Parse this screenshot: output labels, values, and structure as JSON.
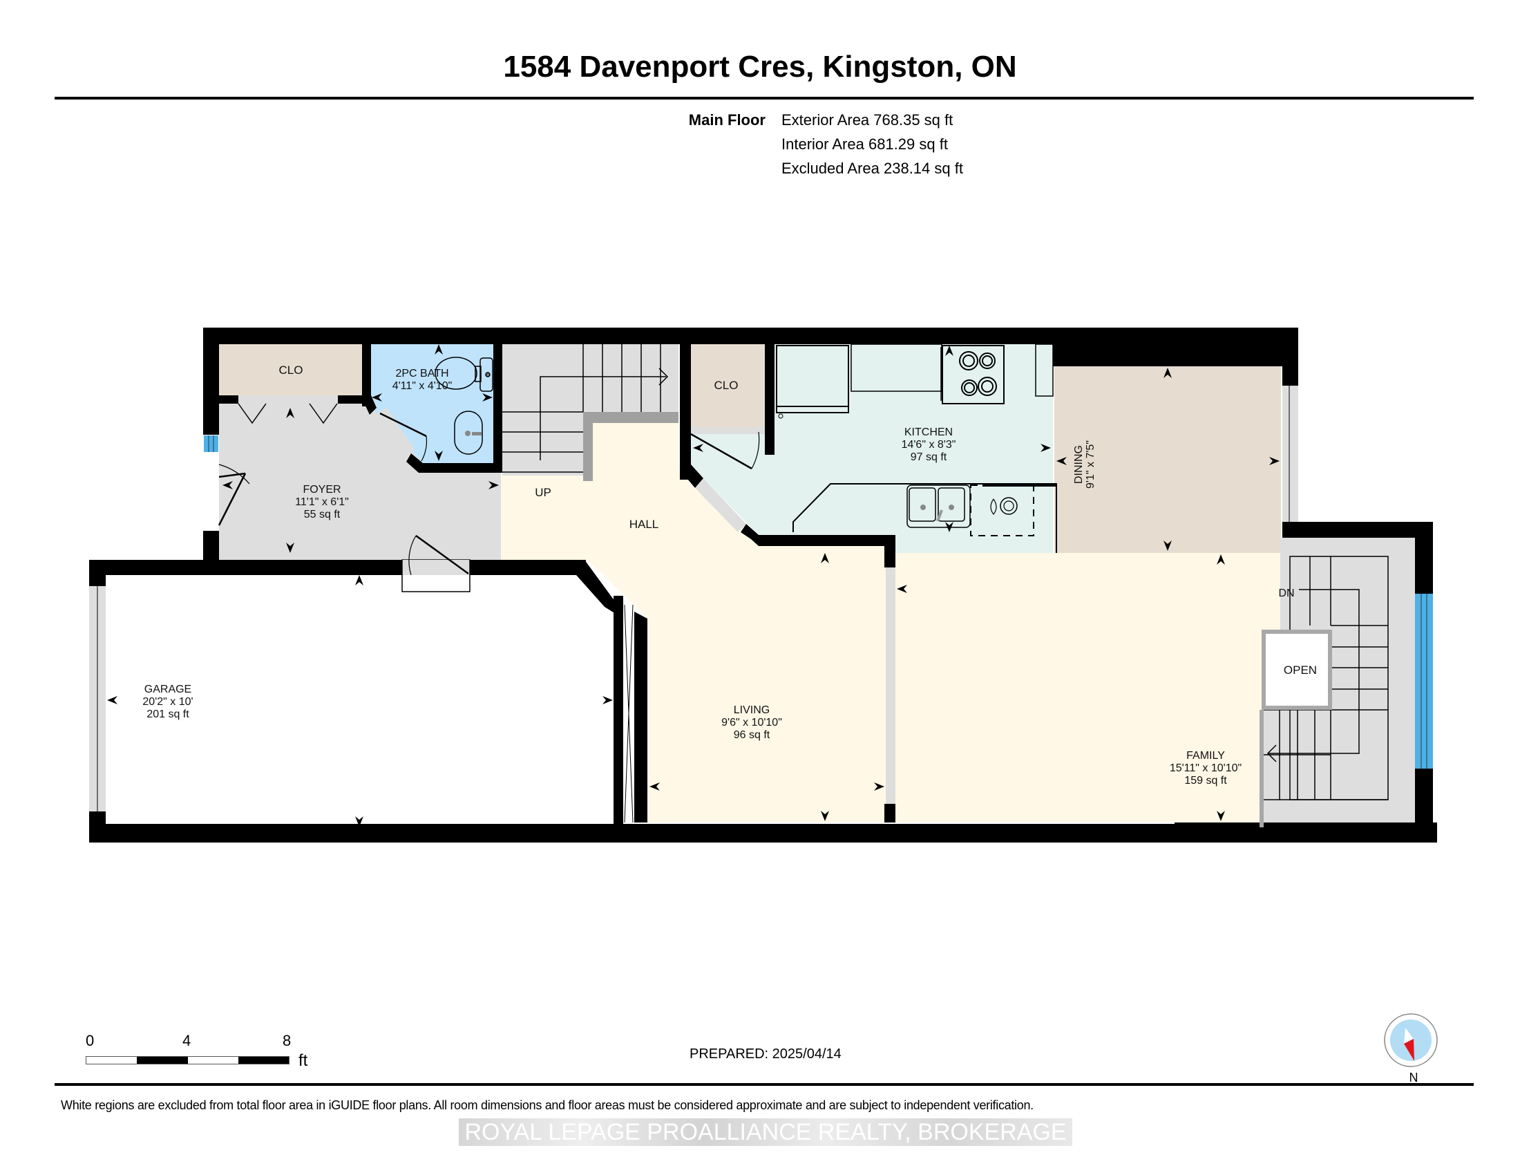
{
  "header": {
    "title": "1584 Davenport Cres, Kingston, ON"
  },
  "areas": {
    "floor_label": "Main Floor",
    "exterior": "Exterior Area 768.35 sq ft",
    "interior": "Interior Area 681.29 sq ft",
    "excluded": "Excluded Area 238.14 sq ft"
  },
  "rooms": {
    "closet_foyer": {
      "name": "CLO"
    },
    "bath": {
      "name": "2PC BATH",
      "dims": "4'11\" x 4'10\""
    },
    "closet_kitchen": {
      "name": "CLO"
    },
    "kitchen": {
      "name": "KITCHEN",
      "dims": "14'6\" x 8'3\"",
      "area": "97 sq ft"
    },
    "dining": {
      "name": "DINING",
      "dims": "9'1\" x 7'5\""
    },
    "foyer": {
      "name": "FOYER",
      "dims": "11'1\" x 6'1\"",
      "area": "55 sq ft"
    },
    "hall": {
      "name": "HALL"
    },
    "stairs_up": {
      "label": "UP"
    },
    "stairs_down": {
      "label": "DN"
    },
    "open": {
      "name": "OPEN"
    },
    "garage": {
      "name": "GARAGE",
      "dims": "20'2\" x 10'",
      "area": "201 sq ft"
    },
    "living": {
      "name": "LIVING",
      "dims": "9'6\" x 10'10\"",
      "area": "96 sq ft"
    },
    "family": {
      "name": "FAMILY",
      "dims": "15'11\" x 10'10\"",
      "area": "159 sq ft"
    }
  },
  "colors": {
    "wall": "#000000",
    "foyer": "#dedede",
    "closet": "#e6ddd0",
    "bath": "#bfe3fb",
    "kitchen": "#e3f2ee",
    "dining": "#e6ddd0",
    "hall_living_family": "#fff8e6",
    "stairs": "#dedede",
    "window": "#4fb0e3",
    "garage": "#ffffff"
  },
  "scale_bar": {
    "ticks": [
      "0",
      "4",
      "8"
    ],
    "unit": "ft"
  },
  "prepared": "PREPARED: 2025/04/14",
  "compass": {
    "label": "N"
  },
  "disclaimer": "White regions are excluded from total floor area in iGUIDE floor plans. All room dimensions and floor areas must be considered approximate and are subject to independent verification.",
  "watermark": "ROYAL LEPAGE PROALLIANCE REALTY, BROKERAGE"
}
